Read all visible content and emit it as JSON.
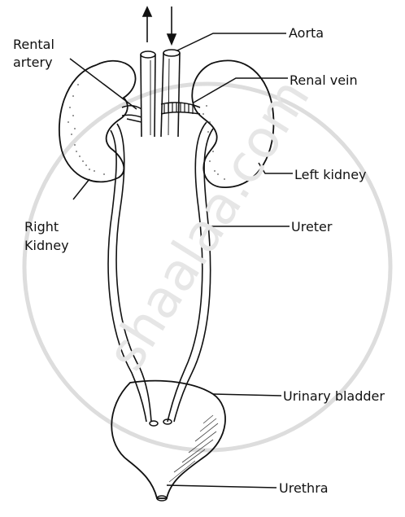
{
  "labels": {
    "aorta": "Aorta",
    "renal_artery_line1": "Rental",
    "renal_artery_line2": "artery",
    "renal_vein": "Renal vein",
    "left_kidney": "Left kidney",
    "right_kidney_line1": "Right",
    "right_kidney_line2": "Kidney",
    "ureter": "Ureter",
    "urinary_bladder": "Urinary bladder",
    "urethra": "Urethra"
  },
  "watermark": "shaalaa.com",
  "colors": {
    "stroke": "#111111",
    "watermark": "#dddddd"
  }
}
